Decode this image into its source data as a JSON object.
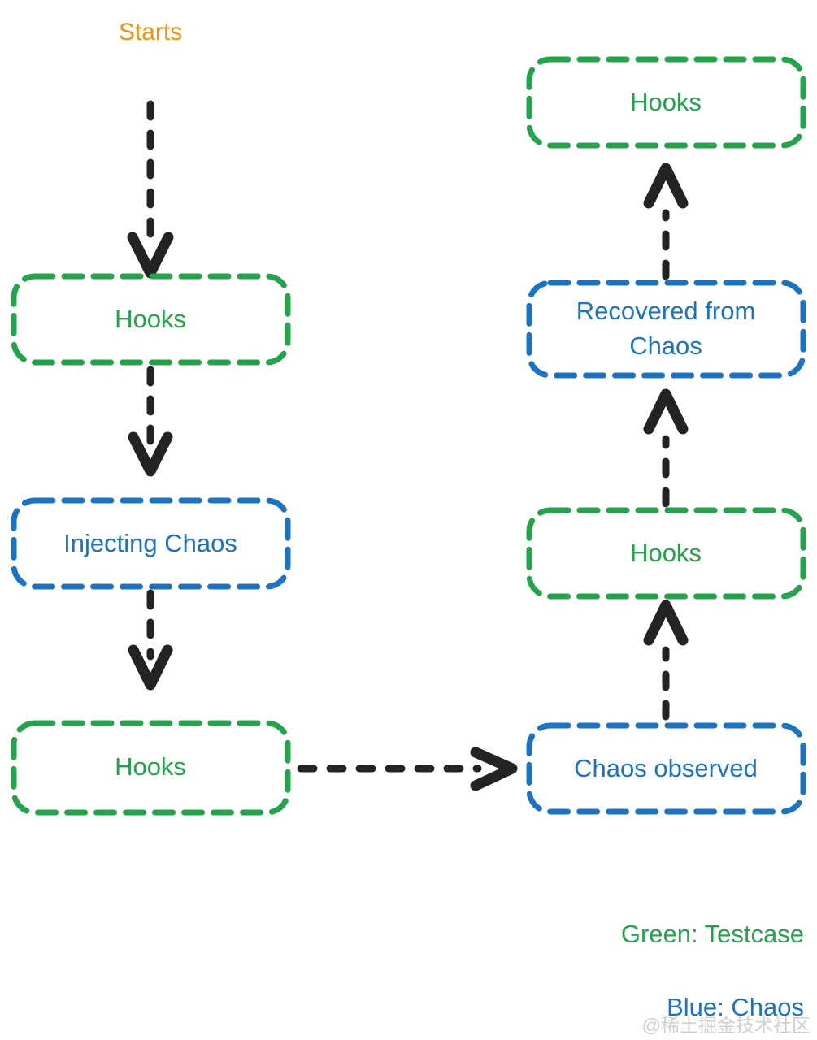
{
  "diagram": {
    "start_label": "Starts",
    "colors": {
      "green": "#22a54a",
      "blue": "#1b73c4",
      "orange": "#f0930f",
      "arrow": "#232323",
      "background": "#ffffff",
      "watermark": "#cfcfcf"
    },
    "nodes": [
      {
        "id": "left-hooks-1",
        "label": "Hooks",
        "color": "green",
        "column": "left",
        "order": 1
      },
      {
        "id": "injecting-chaos",
        "label": "Injecting Chaos",
        "color": "blue",
        "column": "left",
        "order": 2
      },
      {
        "id": "left-hooks-2",
        "label": "Hooks",
        "color": "green",
        "column": "left",
        "order": 3
      },
      {
        "id": "chaos-observed",
        "label": "Chaos observed",
        "color": "blue",
        "column": "right",
        "order": 1
      },
      {
        "id": "right-hooks-1",
        "label": "Hooks",
        "color": "green",
        "column": "right",
        "order": 2
      },
      {
        "id": "recovered-line-1",
        "label": "Recovered from",
        "color": "blue",
        "column": "right",
        "order": 3
      },
      {
        "id": "recovered-line-2",
        "label": "Chaos",
        "color": "blue",
        "column": "right",
        "order": 3
      },
      {
        "id": "right-hooks-2",
        "label": "Hooks",
        "color": "green",
        "column": "right",
        "order": 4
      }
    ],
    "edges": [
      {
        "id": "edge-start-to-hooks1",
        "direction": "down"
      },
      {
        "id": "edge-hooks1-to-injecting",
        "direction": "down"
      },
      {
        "id": "edge-injecting-to-hooks2",
        "direction": "down"
      },
      {
        "id": "edge-hooks2-to-observed",
        "direction": "right"
      },
      {
        "id": "edge-observed-to-hooks3",
        "direction": "up"
      },
      {
        "id": "edge-hooks3-to-recovered",
        "direction": "up"
      },
      {
        "id": "edge-recovered-to-hooks4",
        "direction": "up"
      }
    ],
    "legend": [
      {
        "id": "legend-green",
        "label": "Green: Testcase",
        "color": "green"
      },
      {
        "id": "legend-blue",
        "label": "Blue: Chaos",
        "color": "blue"
      }
    ],
    "watermark": "@稀土掘金技术社区"
  }
}
